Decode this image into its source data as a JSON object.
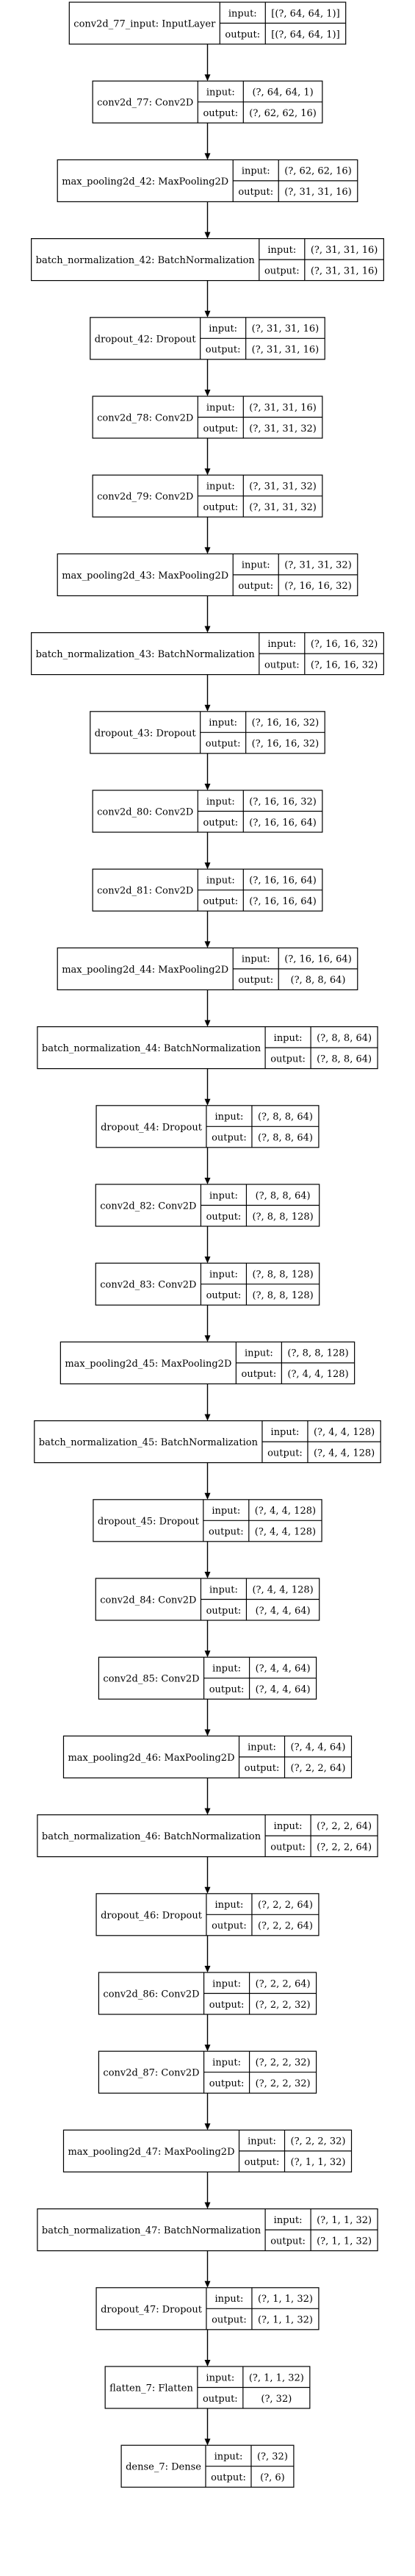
{
  "diagram": {
    "io_labels": {
      "input": "input:",
      "output": "output:"
    },
    "layers": [
      {
        "name": "conv2d_77_input: InputLayer",
        "input": "[(?, 64, 64, 1)]",
        "output": "[(?, 64, 64, 1)]"
      },
      {
        "name": "conv2d_77: Conv2D",
        "input": "(?, 64, 64, 1)",
        "output": "(?, 62, 62, 16)"
      },
      {
        "name": "max_pooling2d_42: MaxPooling2D",
        "input": "(?, 62, 62, 16)",
        "output": "(?, 31, 31, 16)"
      },
      {
        "name": "batch_normalization_42: BatchNormalization",
        "input": "(?, 31, 31, 16)",
        "output": "(?, 31, 31, 16)"
      },
      {
        "name": "dropout_42: Dropout",
        "input": "(?, 31, 31, 16)",
        "output": "(?, 31, 31, 16)"
      },
      {
        "name": "conv2d_78: Conv2D",
        "input": "(?, 31, 31, 16)",
        "output": "(?, 31, 31, 32)"
      },
      {
        "name": "conv2d_79: Conv2D",
        "input": "(?, 31, 31, 32)",
        "output": "(?, 31, 31, 32)"
      },
      {
        "name": "max_pooling2d_43: MaxPooling2D",
        "input": "(?, 31, 31, 32)",
        "output": "(?, 16, 16, 32)"
      },
      {
        "name": "batch_normalization_43: BatchNormalization",
        "input": "(?, 16, 16, 32)",
        "output": "(?, 16, 16, 32)"
      },
      {
        "name": "dropout_43: Dropout",
        "input": "(?, 16, 16, 32)",
        "output": "(?, 16, 16, 32)"
      },
      {
        "name": "conv2d_80: Conv2D",
        "input": "(?, 16, 16, 32)",
        "output": "(?, 16, 16, 64)"
      },
      {
        "name": "conv2d_81: Conv2D",
        "input": "(?, 16, 16, 64)",
        "output": "(?, 16, 16, 64)"
      },
      {
        "name": "max_pooling2d_44: MaxPooling2D",
        "input": "(?, 16, 16, 64)",
        "output": "(?, 8, 8, 64)"
      },
      {
        "name": "batch_normalization_44: BatchNormalization",
        "input": "(?, 8, 8, 64)",
        "output": "(?, 8, 8, 64)"
      },
      {
        "name": "dropout_44: Dropout",
        "input": "(?, 8, 8, 64)",
        "output": "(?, 8, 8, 64)"
      },
      {
        "name": "conv2d_82: Conv2D",
        "input": "(?, 8, 8, 64)",
        "output": "(?, 8, 8, 128)"
      },
      {
        "name": "conv2d_83: Conv2D",
        "input": "(?, 8, 8, 128)",
        "output": "(?, 8, 8, 128)"
      },
      {
        "name": "max_pooling2d_45: MaxPooling2D",
        "input": "(?, 8, 8, 128)",
        "output": "(?, 4, 4, 128)"
      },
      {
        "name": "batch_normalization_45: BatchNormalization",
        "input": "(?, 4, 4, 128)",
        "output": "(?, 4, 4, 128)"
      },
      {
        "name": "dropout_45: Dropout",
        "input": "(?, 4, 4, 128)",
        "output": "(?, 4, 4, 128)"
      },
      {
        "name": "conv2d_84: Conv2D",
        "input": "(?, 4, 4, 128)",
        "output": "(?, 4, 4, 64)"
      },
      {
        "name": "conv2d_85: Conv2D",
        "input": "(?, 4, 4, 64)",
        "output": "(?, 4, 4, 64)"
      },
      {
        "name": "max_pooling2d_46: MaxPooling2D",
        "input": "(?, 4, 4, 64)",
        "output": "(?, 2, 2, 64)"
      },
      {
        "name": "batch_normalization_46: BatchNormalization",
        "input": "(?, 2, 2, 64)",
        "output": "(?, 2, 2, 64)"
      },
      {
        "name": "dropout_46: Dropout",
        "input": "(?, 2, 2, 64)",
        "output": "(?, 2, 2, 64)"
      },
      {
        "name": "conv2d_86: Conv2D",
        "input": "(?, 2, 2, 64)",
        "output": "(?, 2, 2, 32)"
      },
      {
        "name": "conv2d_87: Conv2D",
        "input": "(?, 2, 2, 32)",
        "output": "(?, 2, 2, 32)"
      },
      {
        "name": "max_pooling2d_47: MaxPooling2D",
        "input": "(?, 2, 2, 32)",
        "output": "(?, 1, 1, 32)"
      },
      {
        "name": "batch_normalization_47: BatchNormalization",
        "input": "(?, 1, 1, 32)",
        "output": "(?, 1, 1, 32)"
      },
      {
        "name": "dropout_47: Dropout",
        "input": "(?, 1, 1, 32)",
        "output": "(?, 1, 1, 32)"
      },
      {
        "name": "flatten_7: Flatten",
        "input": "(?, 1, 1, 32)",
        "output": "(?, 32)"
      },
      {
        "name": "dense_7: Dense",
        "input": "(?, 32)",
        "output": "(?, 6)"
      }
    ]
  }
}
